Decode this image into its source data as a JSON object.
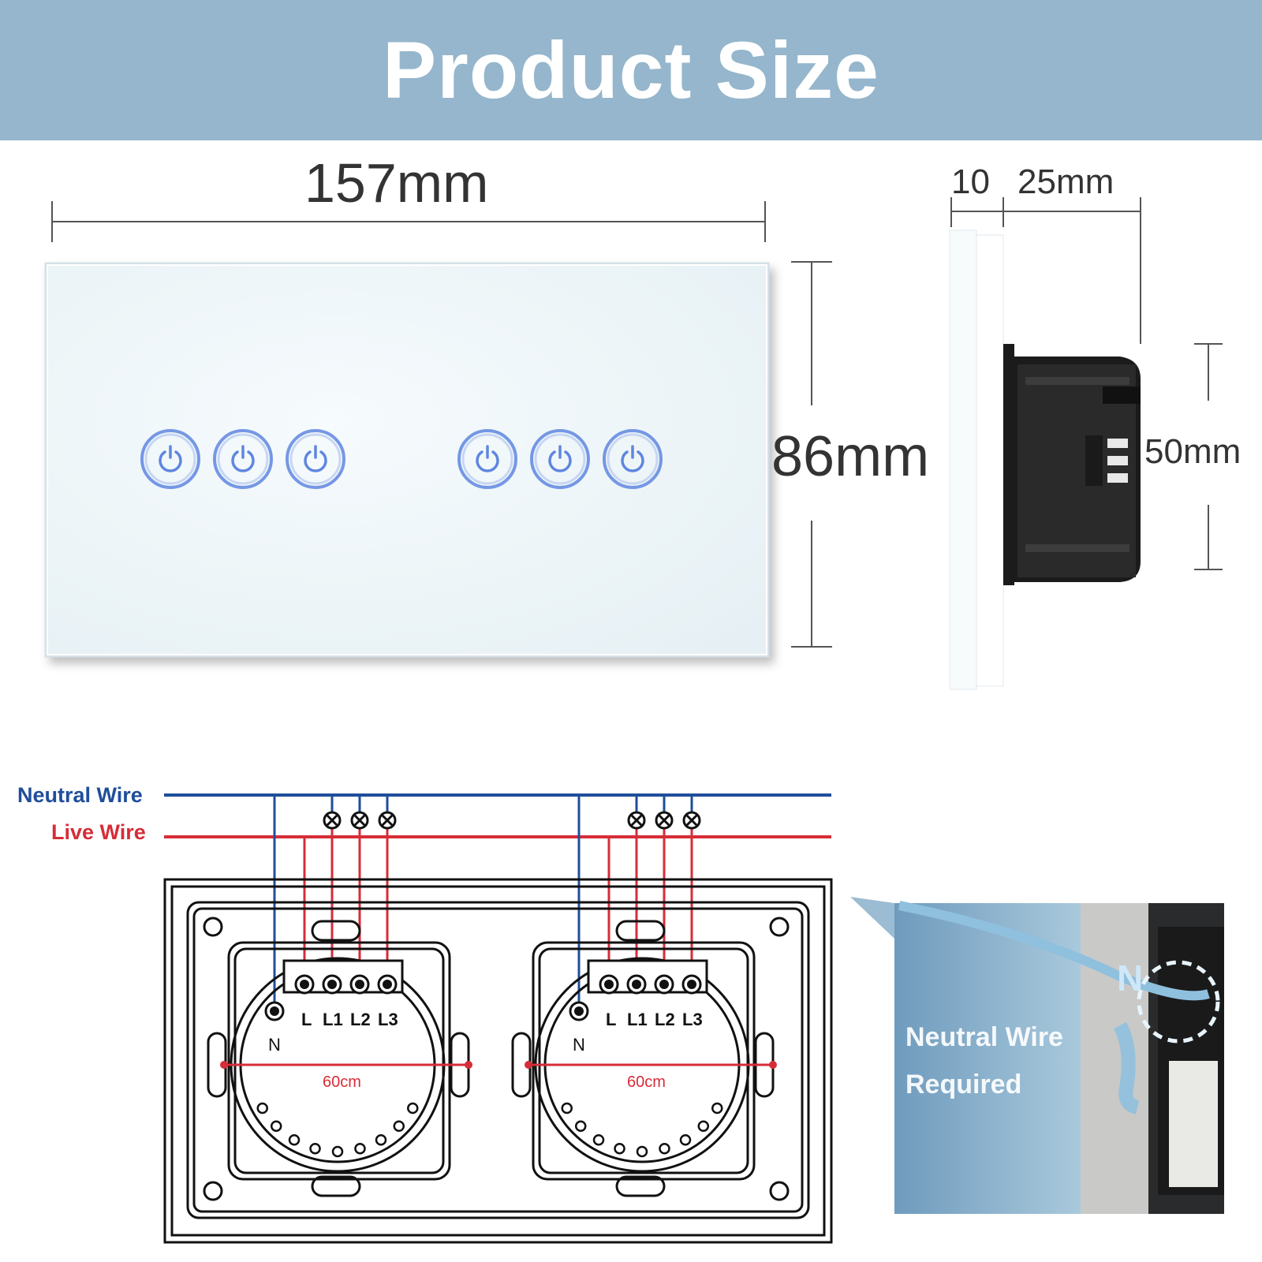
{
  "header": {
    "title": "Product Size"
  },
  "dimensions": {
    "width": "157mm",
    "height": "86mm",
    "glass_thickness": "10",
    "depth": "25mm",
    "box_diameter": "50mm"
  },
  "front_panel": {
    "gangs_per_module": 3,
    "modules": 2,
    "button_icon": "power-icon",
    "panel_color": "#eef5f8",
    "button_color": "#5f86e0"
  },
  "wiring": {
    "neutral_label": "Neutral Wire",
    "live_label": "Live Wire",
    "neutral_color": "#1f4e9a",
    "live_color": "#d62d38",
    "terminals": [
      "L",
      "L1",
      "L2",
      "L3"
    ],
    "neutral_terminal": "N",
    "distance_label": "60cm"
  },
  "photo": {
    "line1": "Neutral Wire",
    "line2": "Required",
    "marker": "N"
  }
}
